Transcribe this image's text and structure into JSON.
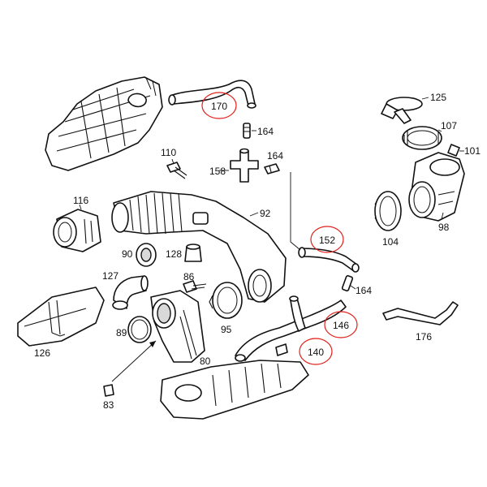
{
  "diagram": {
    "callouts": [
      {
        "id": "170",
        "text": "170",
        "highlighted": true
      },
      {
        "id": "164a",
        "text": "164",
        "highlighted": false
      },
      {
        "id": "125",
        "text": "125",
        "highlighted": false
      },
      {
        "id": "107",
        "text": "107",
        "highlighted": false
      },
      {
        "id": "101",
        "text": "101",
        "highlighted": false
      },
      {
        "id": "110",
        "text": "110",
        "highlighted": false
      },
      {
        "id": "164b",
        "text": "164",
        "highlighted": false
      },
      {
        "id": "158",
        "text": "158",
        "highlighted": false
      },
      {
        "id": "116",
        "text": "116",
        "highlighted": false
      },
      {
        "id": "92",
        "text": "92",
        "highlighted": false
      },
      {
        "id": "98",
        "text": "98",
        "highlighted": false
      },
      {
        "id": "104",
        "text": "104",
        "highlighted": false
      },
      {
        "id": "152",
        "text": "152",
        "highlighted": true
      },
      {
        "id": "90",
        "text": "90",
        "highlighted": false
      },
      {
        "id": "128",
        "text": "128",
        "highlighted": false
      },
      {
        "id": "127",
        "text": "127",
        "highlighted": false
      },
      {
        "id": "86",
        "text": "86",
        "highlighted": false
      },
      {
        "id": "164c",
        "text": "164",
        "highlighted": false
      },
      {
        "id": "146",
        "text": "146",
        "highlighted": true
      },
      {
        "id": "176",
        "text": "176",
        "highlighted": false
      },
      {
        "id": "89",
        "text": "89",
        "highlighted": false
      },
      {
        "id": "95",
        "text": "95",
        "highlighted": false
      },
      {
        "id": "140",
        "text": "140",
        "highlighted": true
      },
      {
        "id": "126",
        "text": "126",
        "highlighted": false
      },
      {
        "id": "80",
        "text": "80",
        "highlighted": false
      },
      {
        "id": "83",
        "text": "83",
        "highlighted": false
      }
    ],
    "highlight_color": "#e0201b",
    "line_color": "#111111"
  }
}
